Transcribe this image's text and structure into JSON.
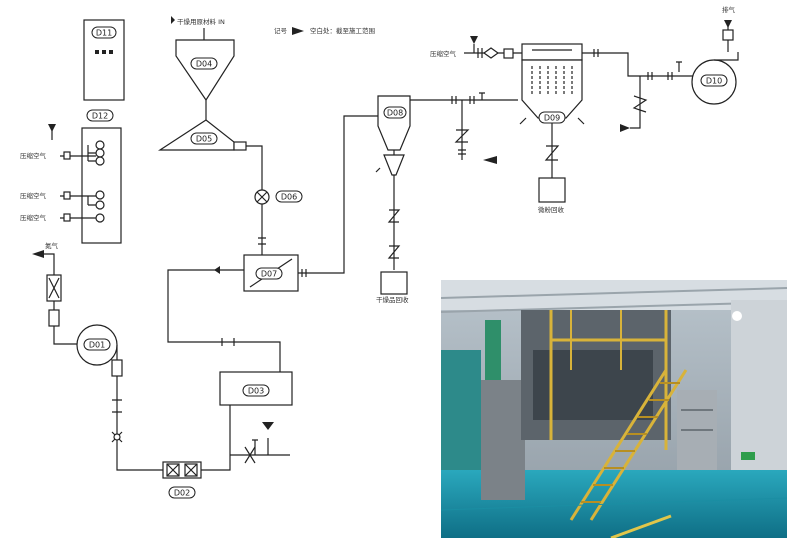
{
  "equipment": {
    "d01": "D01",
    "d02": "D02",
    "d03": "D03",
    "d04": "D04",
    "d05": "D05",
    "d06": "D06",
    "d07": "D07",
    "d08": "D08",
    "d09": "D09",
    "d10": "D10",
    "d11": "D11",
    "d12": "D12"
  },
  "labels": {
    "feed_in": "干燥用原材料 IN",
    "legend_prefix": "记号",
    "legend_text": "空白处：截至施工范围",
    "compressed_air": "压缩空气",
    "nitrogen": "氮气",
    "exhaust": "排气",
    "dry_product": "干燥品回收",
    "fine_powder": "微粉回收"
  },
  "colors": {
    "line": "#222222",
    "photo_floor": "#1f9fb6",
    "photo_frame": "#d8b33a"
  },
  "photo": {
    "subject": "spray-dryer-installation-photo"
  }
}
